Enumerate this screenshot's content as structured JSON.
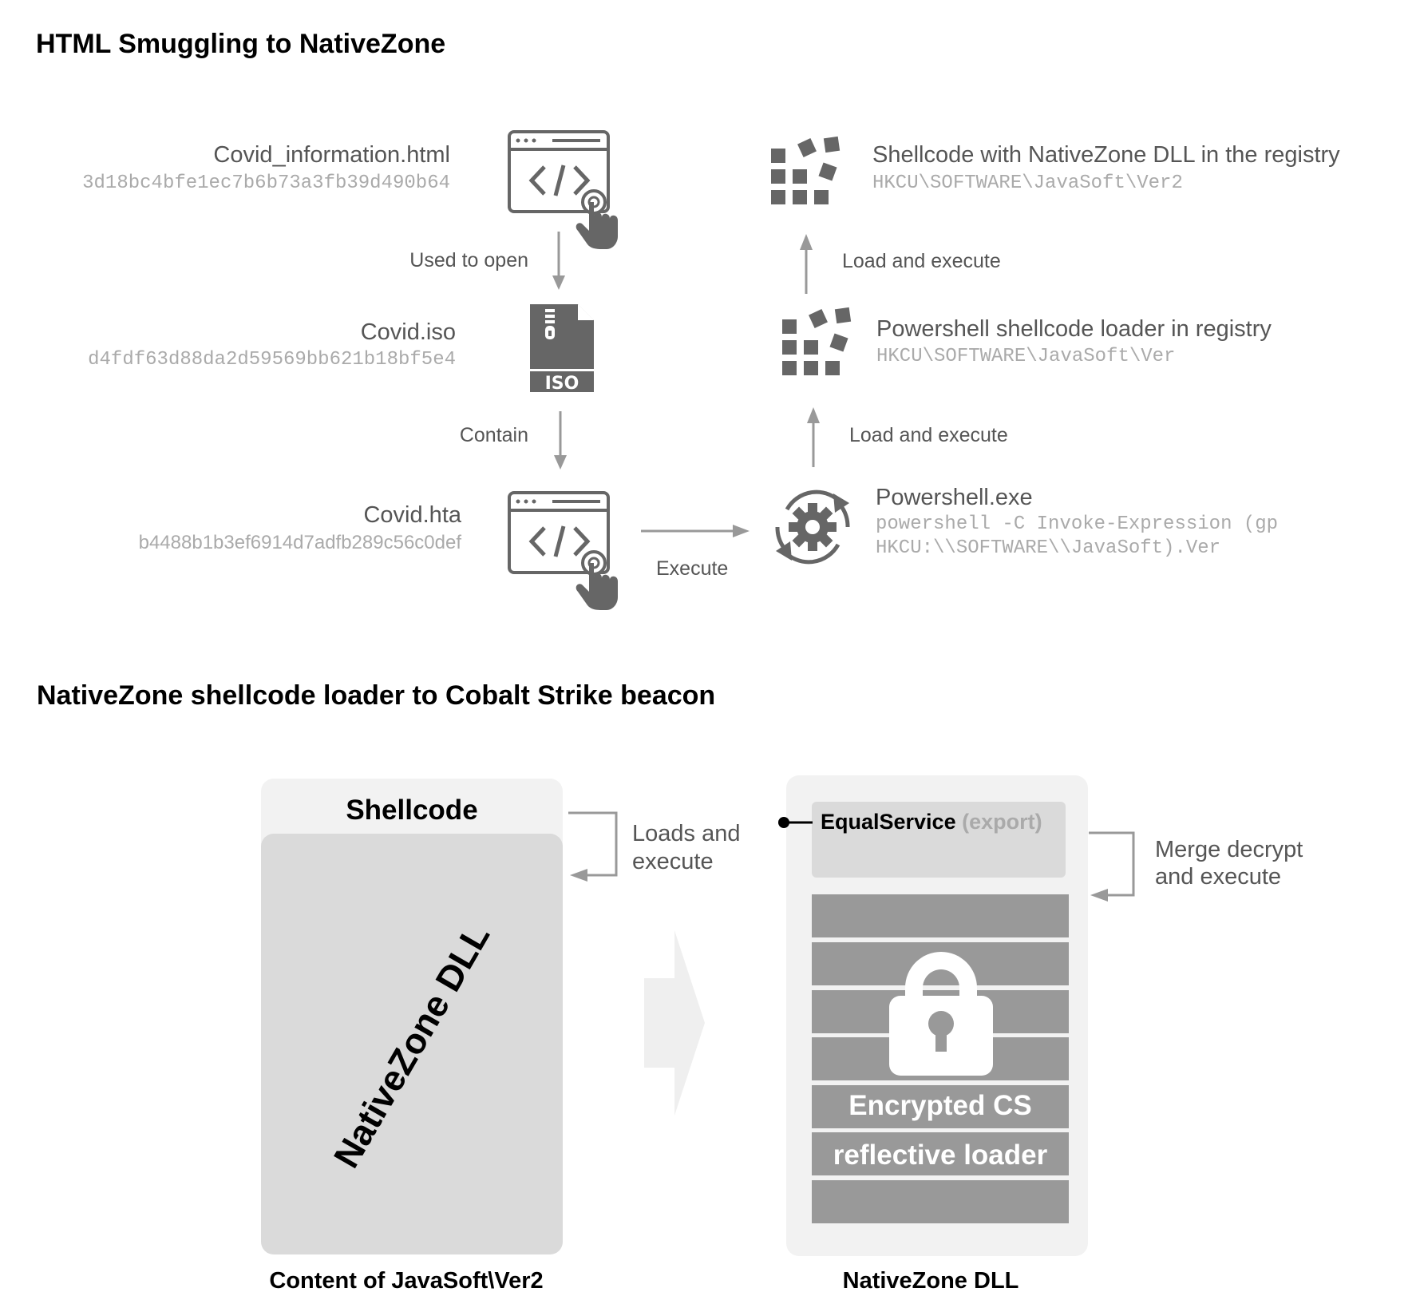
{
  "section1": {
    "title": "HTML Smuggling to NativeZone",
    "html_file": {
      "name": "Covid_information.html",
      "hash": "3d18bc4bfe1ec7b6b73a3fb39d490b64"
    },
    "iso_file": {
      "name": "Covid.iso",
      "hash": "d4fdf63d88da2d59569bb621b18bf5e4",
      "badge": "ISO"
    },
    "hta_file": {
      "name": "Covid.hta",
      "hash": "b4488b1b3ef6914d7adfb289c56c0def"
    },
    "shellcode_registry": {
      "name": "Shellcode with NativeZone DLL in the registry",
      "path": "HKCU\\SOFTWARE\\JavaSoft\\Ver2"
    },
    "loader_registry": {
      "name": "Powershell shellcode loader in registry",
      "path": "HKCU\\SOFTWARE\\JavaSoft\\Ver"
    },
    "powershell": {
      "name": "Powershell.exe",
      "cmd_line1": "powershell -C Invoke-Expression (gp",
      "cmd_line2": "HKCU:\\\\SOFTWARE\\\\JavaSoft).Ver"
    },
    "edges": {
      "used_to_open": "Used to open",
      "contain": "Contain",
      "execute": "Execute",
      "load_execute_1": "Load and execute",
      "load_execute_2": "Load and execute"
    }
  },
  "section2": {
    "title": "NativeZone shellcode loader to Cobalt Strike beacon",
    "left_panel": {
      "header": "Shellcode",
      "body": "NativeZone DLL",
      "caption": "Content of JavaSoft\\Ver2"
    },
    "loads_execute_line1": "Loads and",
    "loads_execute_line2": "execute",
    "right_panel": {
      "export_name": "EqualService",
      "export_tag": "(export)",
      "encrypted_line1": "Encrypted CS",
      "encrypted_line2": "reflective loader",
      "caption": "NativeZone DLL"
    },
    "merge_line1": "Merge decrypt",
    "merge_line2": "and execute"
  },
  "colors": {
    "icon": "#666666",
    "arrow": "#999999",
    "panel_bg": "#f2f2f2",
    "panel_inner": "#dadada",
    "bar": "#999999"
  }
}
